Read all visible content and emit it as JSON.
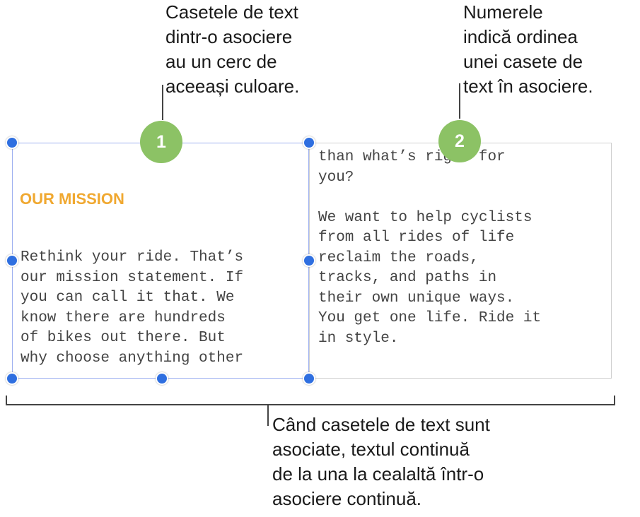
{
  "callouts": {
    "same_color_circle": "Casetele de text\ndintr-o asociere\nau un cerc de\naceeași culoare.",
    "numbers_order": "Numerele\nindică ordinea\nunei casete de\ntext în asociere.",
    "text_flows": "Când casetele de text sunt\nasociate, textul continuă\nde la una la cealaltă într-o\nasociere continuă."
  },
  "text_box_1": {
    "badge": "1",
    "heading": "OUR MISSION",
    "body": "Rethink your ride. That’s\nour mission statement. If\nyou can call it that. We\nknow there are hundreds\nof bikes out there. But\nwhy choose anything other"
  },
  "text_box_2": {
    "badge": "2",
    "body": "than what’s right for\nyou?\n\nWe want to help cyclists\nfrom all rides of life\nreclaim the roads,\ntracks, and paths in\ntheir own unique ways.\nYou get one life. Ride it\nin style."
  },
  "colors": {
    "heading_orange": "#f0a830",
    "badge_green": "#8cc265",
    "handle_blue": "#2f6fe0",
    "selection_border": "#9db0f0"
  }
}
